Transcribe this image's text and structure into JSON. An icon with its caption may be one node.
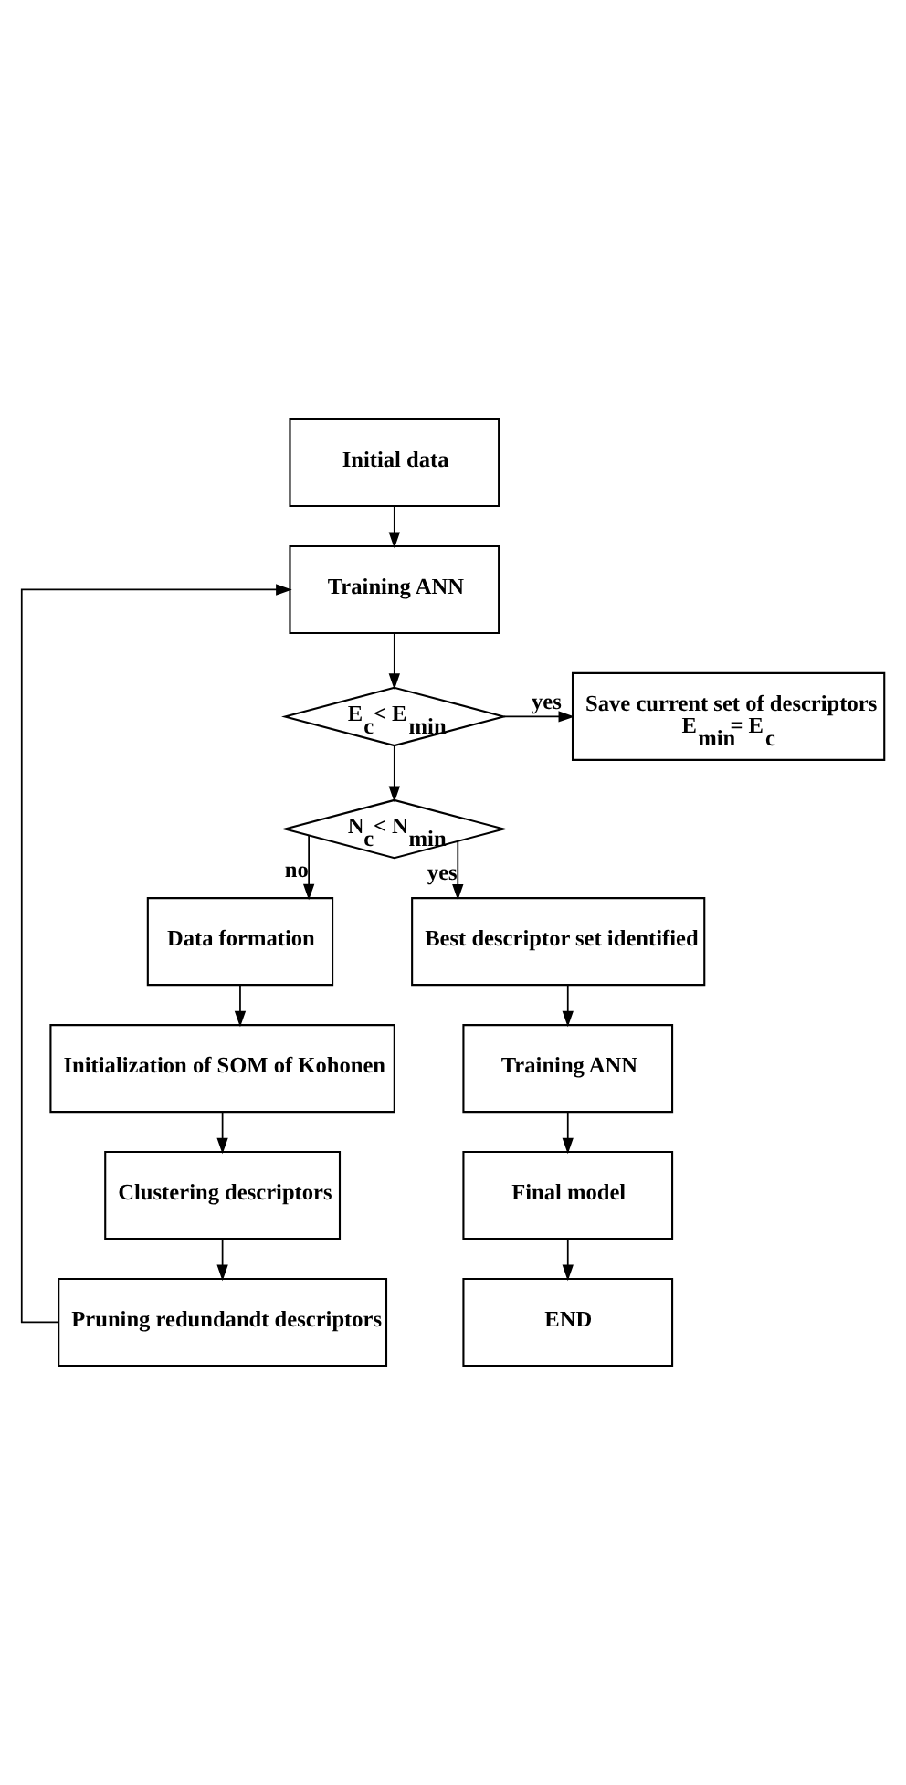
{
  "diagram": {
    "nodes": [
      {
        "text": [
          "Initial data"
        ]
      },
      {
        "text": [
          "Training ANN"
        ]
      },
      {
        "text": [
          "E$_{c}$< E$_{min}$"
        ]
      },
      {
        "text": [
          "Save current set of descriptors",
          "E$_{min}$= E$_{c}$"
        ]
      },
      {
        "text": [
          "N$_{c}$< N$_{min}$"
        ]
      },
      {
        "text": [
          "Data formation"
        ]
      },
      {
        "text": [
          "Initialization of SOM of Kohonen"
        ]
      },
      {
        "text": [
          "Clustering descriptors"
        ]
      },
      {
        "text": [
          "Pruning redundandt descriptors"
        ]
      },
      {
        "text": [
          "Best descriptor set identified"
        ]
      },
      {
        "text": [
          "Training ANN"
        ]
      },
      {
        "text": [
          "Final model"
        ]
      },
      {
        "text": [
          "END"
        ]
      }
    ],
    "edges": [
      {
        "from": 0,
        "to": 1,
        "arrow": "to"
      },
      {
        "from": 1,
        "to": 2,
        "arrow": "to"
      },
      {
        "from": 2,
        "to": 3,
        "arrow": "to",
        "label": "yes"
      },
      {
        "from": 2,
        "to": 4,
        "arrow": "to"
      },
      {
        "from": 4,
        "to": 5,
        "arrow": "to",
        "label": "no"
      },
      {
        "from": 4,
        "to": 9,
        "arrow": "to",
        "label": "yes"
      },
      {
        "from": 5,
        "to": 6,
        "arrow": "to"
      },
      {
        "from": 6,
        "to": 7,
        "arrow": "to"
      },
      {
        "from": 7,
        "to": 8,
        "arrow": "to"
      },
      {
        "from": 8,
        "to": 1,
        "arrow": "to"
      },
      {
        "from": 9,
        "to": 10,
        "arrow": "to"
      },
      {
        "from": 10,
        "to": 11,
        "arrow": "to"
      },
      {
        "from": 11,
        "to": 12,
        "arrow": "to"
      }
    ]
  }
}
